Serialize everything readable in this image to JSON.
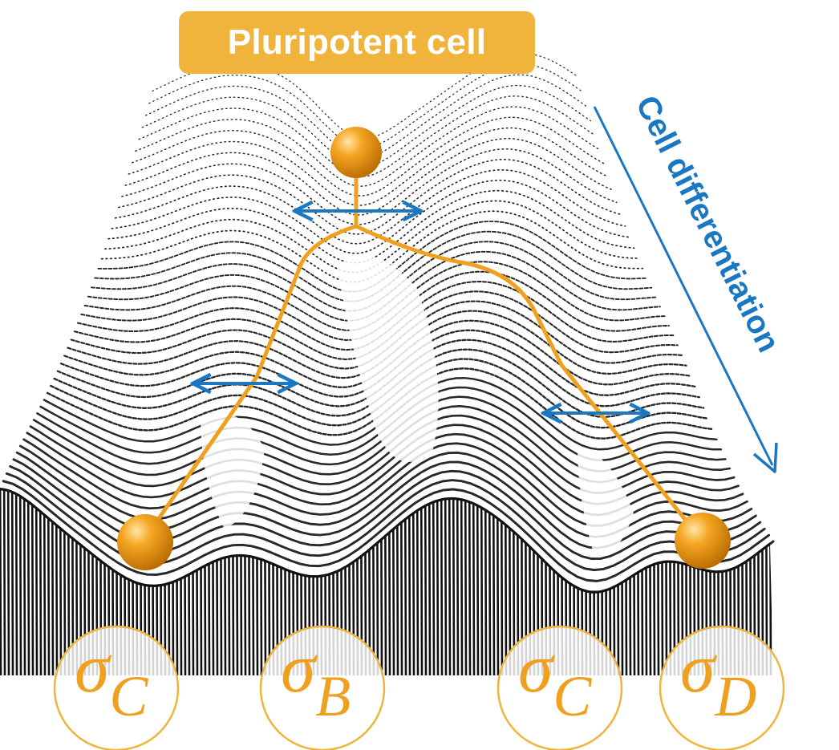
{
  "title_badge": {
    "label": "Pluripotent cell"
  },
  "direction_arrow": {
    "label": "Cell differentiation"
  },
  "states": [
    {
      "symbol": "σ",
      "subscript": "C"
    },
    {
      "symbol": "σ",
      "subscript": "B"
    },
    {
      "symbol": "σ",
      "subscript": "C"
    },
    {
      "symbol": "σ",
      "subscript": "D"
    }
  ],
  "colors": {
    "accent_orange": "#f0a020",
    "badge_fill": "#f0b43c",
    "arrow_blue": "#1a78c2",
    "landscape_ink": "#111111"
  }
}
